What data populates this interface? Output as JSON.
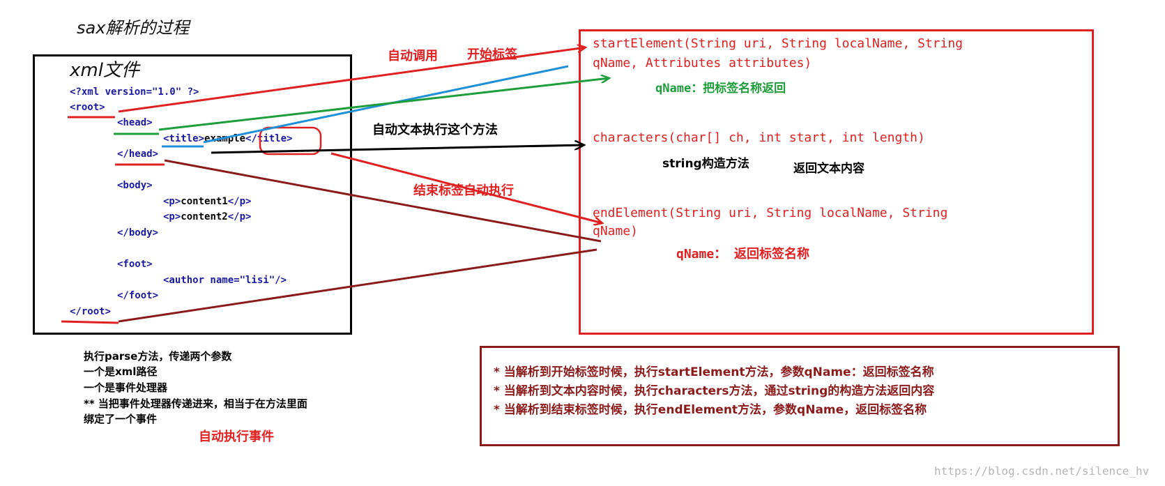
{
  "title": "sax解析的过程",
  "xml_panel": {
    "label": "xml文件",
    "decl": "<?xml version=\"1.0\" ?>",
    "root_open": "<root>",
    "head_open": "<head>",
    "title_open": "<title>",
    "title_text": "example",
    "title_close": "</title>",
    "head_close": "</head>",
    "body_open": "<body>",
    "p1_open": "<p>",
    "p1_text": "content1",
    "p1_close": "</p>",
    "p2_open": "<p>",
    "p2_text": "content2",
    "p2_close": "</p>",
    "body_close": "</body>",
    "foot_open": "<foot>",
    "author": "<author name=\"lisi\"/>",
    "foot_close": "</foot>",
    "root_close": "</root>"
  },
  "annotations": {
    "auto_call": "自动调用",
    "start_tag": "开始标签",
    "auto_text": "自动文本执行这个方法",
    "end_tag_auto": "结束标签自动执行"
  },
  "methods": {
    "start_sig_line1": "startElement(String uri, String localName, String",
    "start_sig_line2": "qName, Attributes attributes)",
    "start_note": "qName：把标签名称返回",
    "chars_sig": "characters(char[] ch, int start, int length)",
    "chars_note1": "string构造方法",
    "chars_note2": "返回文本内容",
    "end_sig_line1": "endElement(String uri, String localName, String",
    "end_sig_line2": "qName)",
    "end_note": "qName：  返回标签名称"
  },
  "parse_notes": {
    "line1": "执行parse方法，传递两个参数",
    "line2": "一个是xml路径",
    "line3": "一个是事件处理器",
    "line4": "** 当把事件处理器传递进来，相当于在方法里面",
    "line5": "绑定了一个事件",
    "auto_event": "自动执行事件"
  },
  "summary": {
    "line1": "* 当解析到开始标签时候，执行startElement方法，参数qName：返回标签名称",
    "line2": "* 当解析到文本内容时候，执行characters方法，通过string的构造方法返回内容",
    "line3": "* 当解析到结束标签时候，执行endElement方法，参数qName，返回标签名称"
  },
  "watermark": "https://blog.csdn.net/silence_hv",
  "colors": {
    "red": "#e02020",
    "blue": "#1e8fd8",
    "green": "#1e9e3a",
    "dark_red": "#8b1a1a",
    "black": "#000000",
    "tag_blue": "#1a1aa0"
  }
}
